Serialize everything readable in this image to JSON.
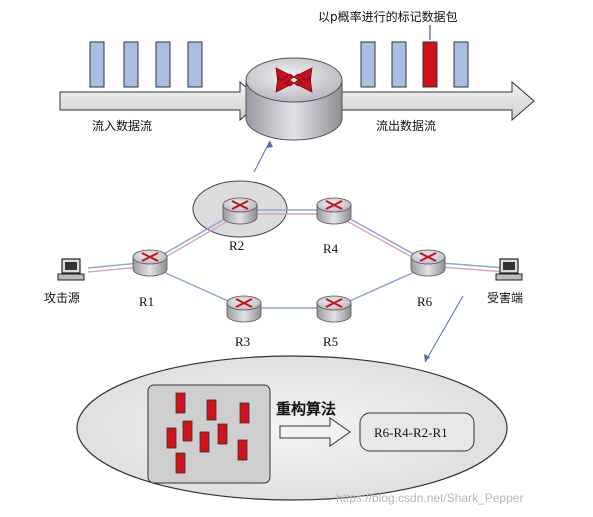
{
  "labels": {
    "marked_packet": "以p概率进行的标记数据包",
    "inflow": "流入数据流",
    "outflow": "流出数据流",
    "attacker": "攻击源",
    "victim": "受害端",
    "algorithm": "重构算法",
    "path": "R6-R4-R2-R1",
    "watermark": "https://blog.csdn.net/Shark_Pepper"
  },
  "routers": [
    {
      "id": "R1",
      "label": "R1"
    },
    {
      "id": "R2",
      "label": "R2"
    },
    {
      "id": "R3",
      "label": "R3"
    },
    {
      "id": "R4",
      "label": "R4"
    },
    {
      "id": "R5",
      "label": "R5"
    },
    {
      "id": "R6",
      "label": "R6"
    }
  ],
  "colors": {
    "packet_normal": "#a9c0e6",
    "packet_marked": "#d0121b",
    "attack_path": "#d8a8b8",
    "normal_path": "#8fa3d8",
    "router_body": "#c9c9cf"
  }
}
